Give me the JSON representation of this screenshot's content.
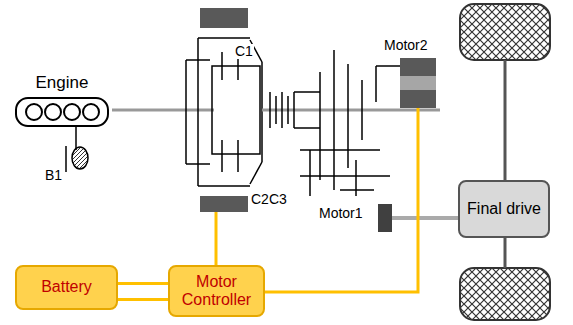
{
  "diagram": {
    "nodes": [
      {
        "text": [
          "Engine"
        ]
      },
      {
        "text": [
          "Battery"
        ]
      },
      {
        "text": [
          "Motor Controller"
        ]
      },
      {
        "text": [
          "Final drive"
        ]
      }
    ],
    "edges": [
      {
        "from": 1,
        "to": 2,
        "arrow": "none"
      }
    ],
    "labels": [
      "C1",
      "B1",
      "C2C3",
      "Motor2",
      "Motor1"
    ]
  }
}
